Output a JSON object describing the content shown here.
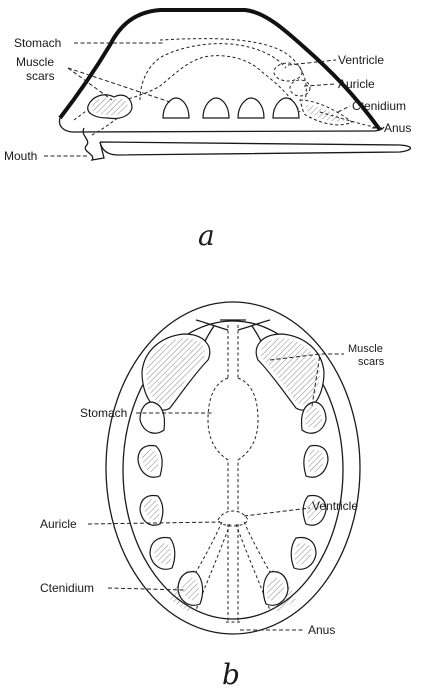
{
  "panel_a": {
    "caption": "a",
    "labels": {
      "stomach": "Stomach",
      "muscle": "Muscle",
      "scars": "scars",
      "ventricle": "Ventricle",
      "auricle": "Auricle",
      "ctenidium": "Ctenidium",
      "anus": "Anus",
      "mouth": "Mouth"
    }
  },
  "panel_b": {
    "caption": "b",
    "labels": {
      "muscle": "Muscle",
      "scars": "scars",
      "stomach": "Stomach",
      "ventricle": "Ventricle",
      "auricle": "Auricle",
      "ctenidium": "Ctenidium",
      "anus": "Anus"
    }
  }
}
